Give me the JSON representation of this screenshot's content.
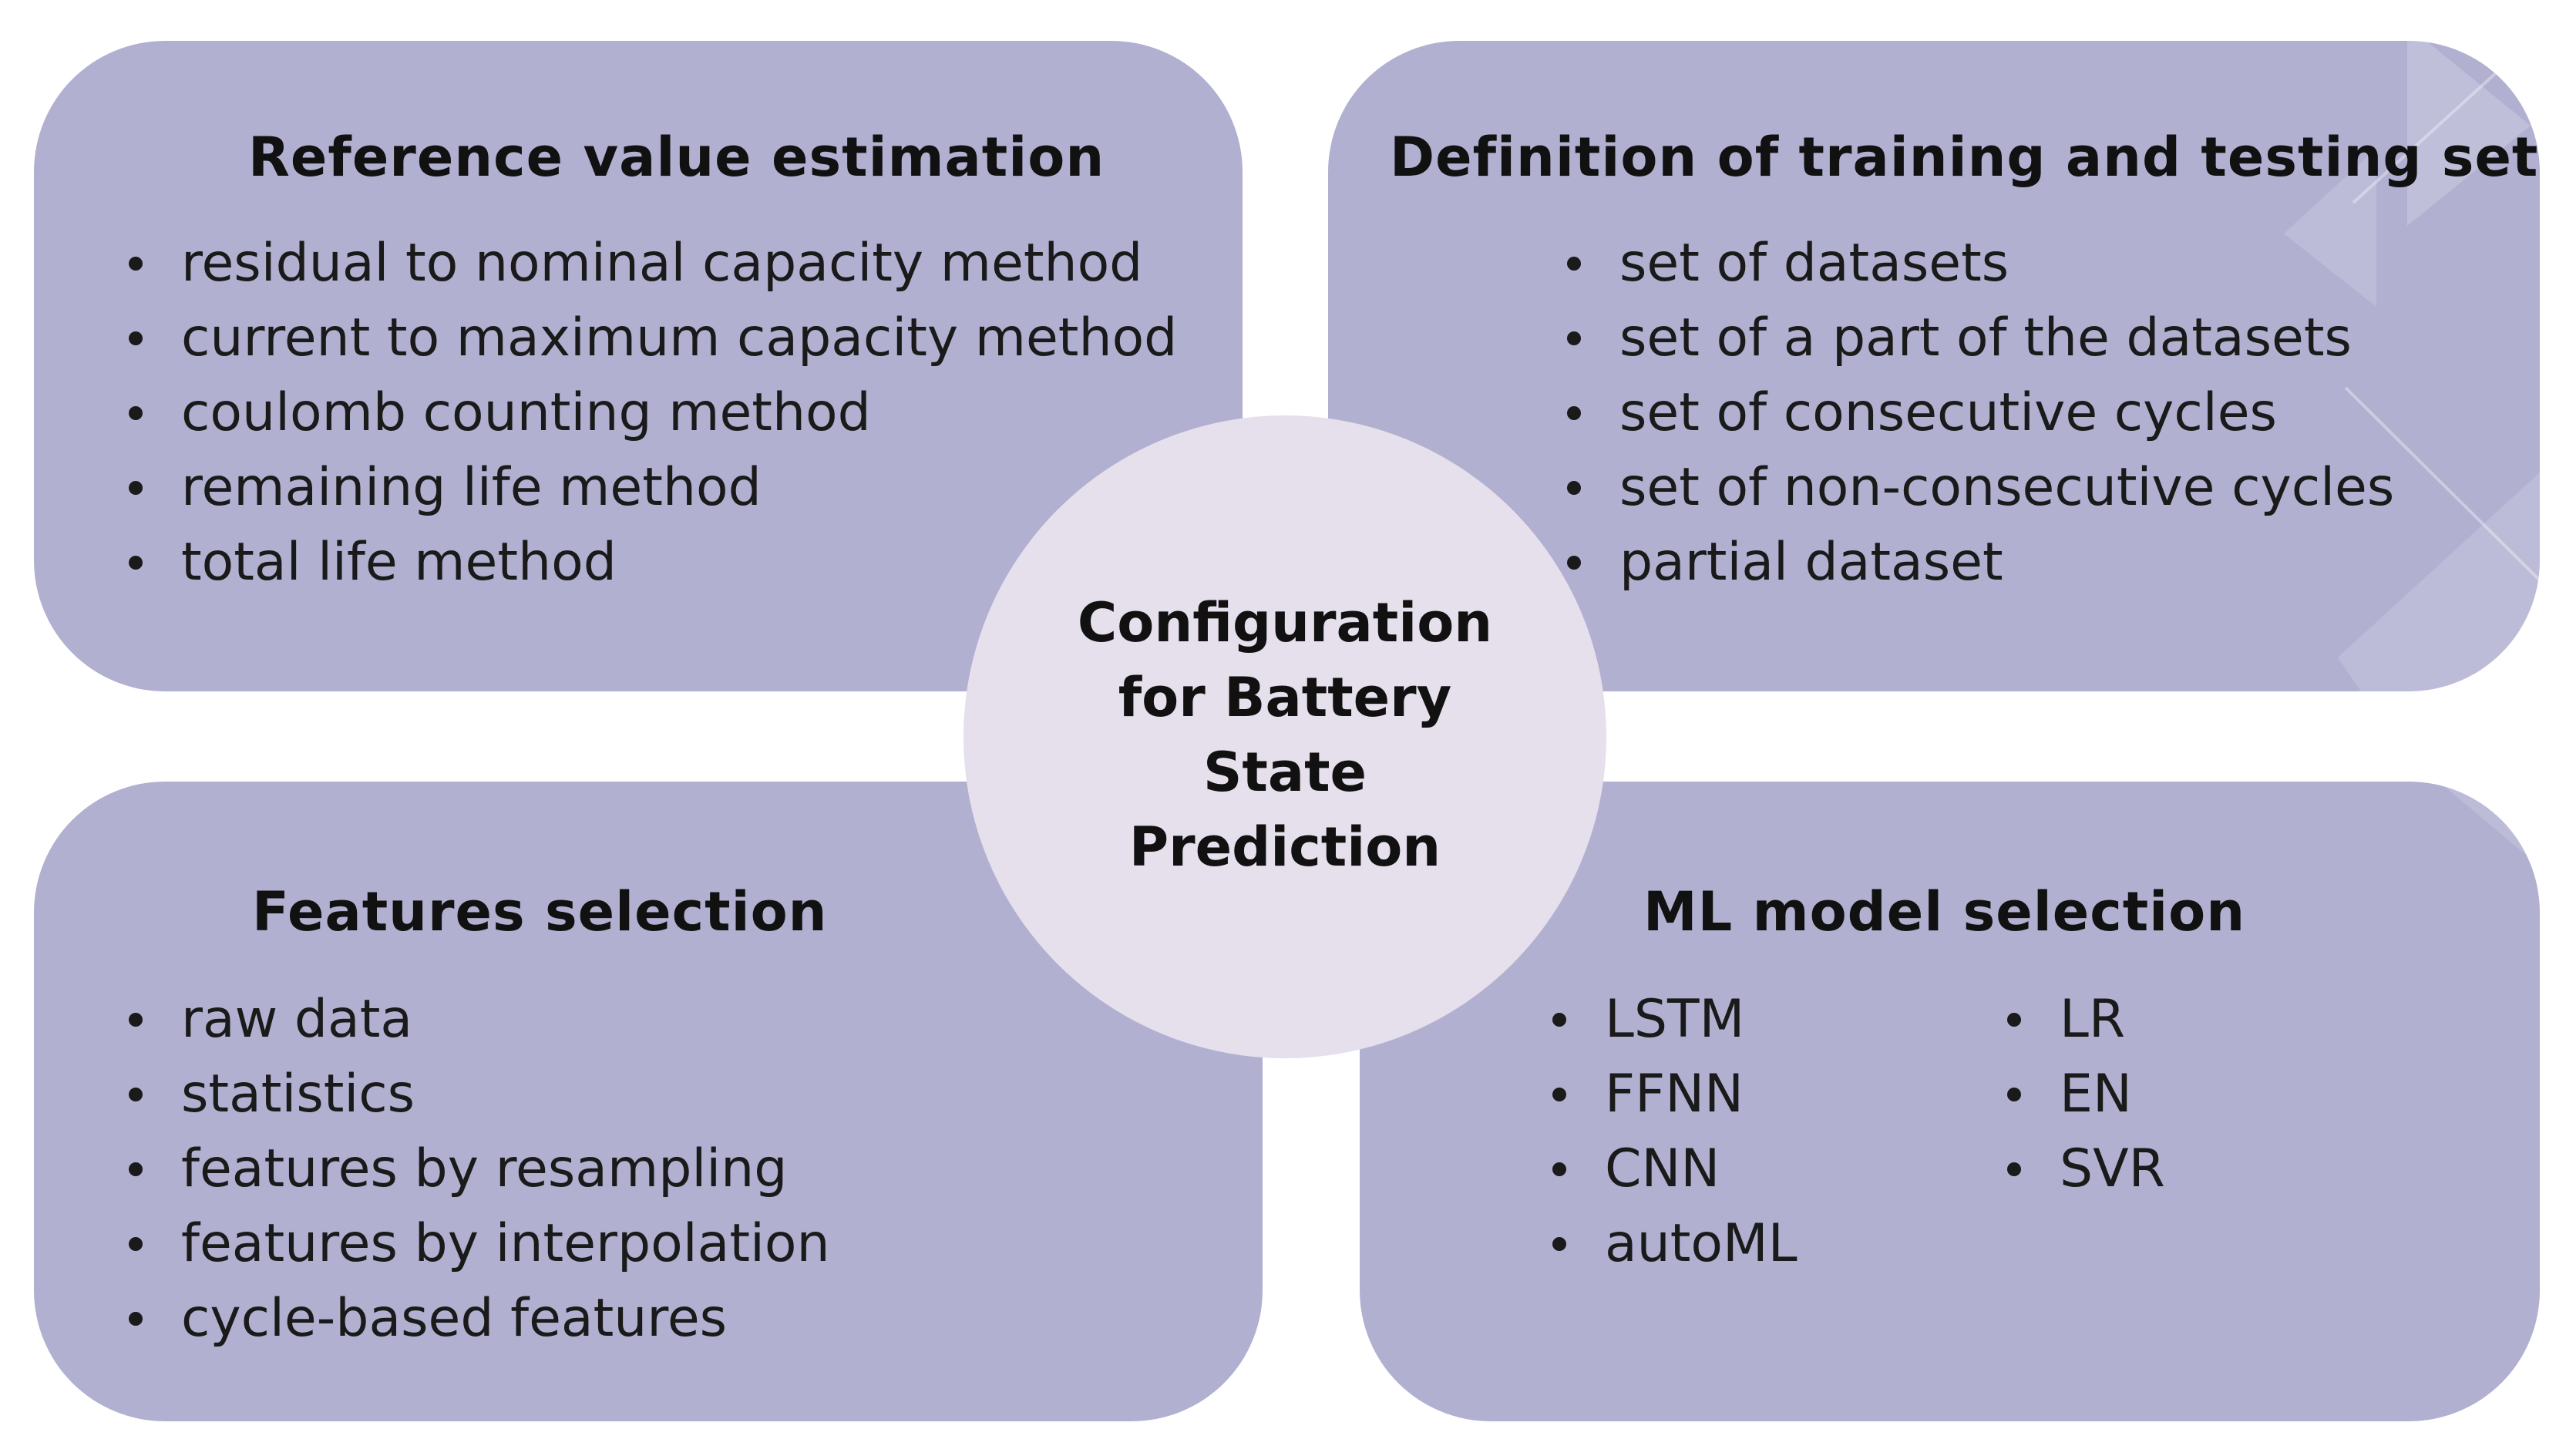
{
  "center": {
    "lines": [
      "Configuration",
      "for Battery",
      "State",
      "Prediction"
    ]
  },
  "panels": {
    "reference": {
      "title": "Reference value estimation",
      "items": [
        "residual to nominal capacity method",
        "current to maximum capacity method",
        "coulomb counting method",
        "remaining life method",
        "total life method"
      ]
    },
    "training": {
      "title": "Definition of training and testing set",
      "items": [
        "set of datasets",
        "set of a part of the datasets",
        "set of consecutive cycles",
        "set of non-consecutive cycles",
        "partial dataset"
      ]
    },
    "features": {
      "title": "Features selection",
      "items": [
        "raw data",
        "statistics",
        "features by resampling",
        "features by interpolation",
        "cycle-based features"
      ]
    },
    "models": {
      "title": "ML model selection",
      "items_left": [
        "LSTM",
        "FFNN",
        "CNN",
        "autoML"
      ],
      "items_right": [
        "LR",
        "EN",
        "SVR"
      ]
    }
  },
  "colors": {
    "panel": "#b1b0d1",
    "center": "#e6dfec",
    "text": "#111111"
  }
}
